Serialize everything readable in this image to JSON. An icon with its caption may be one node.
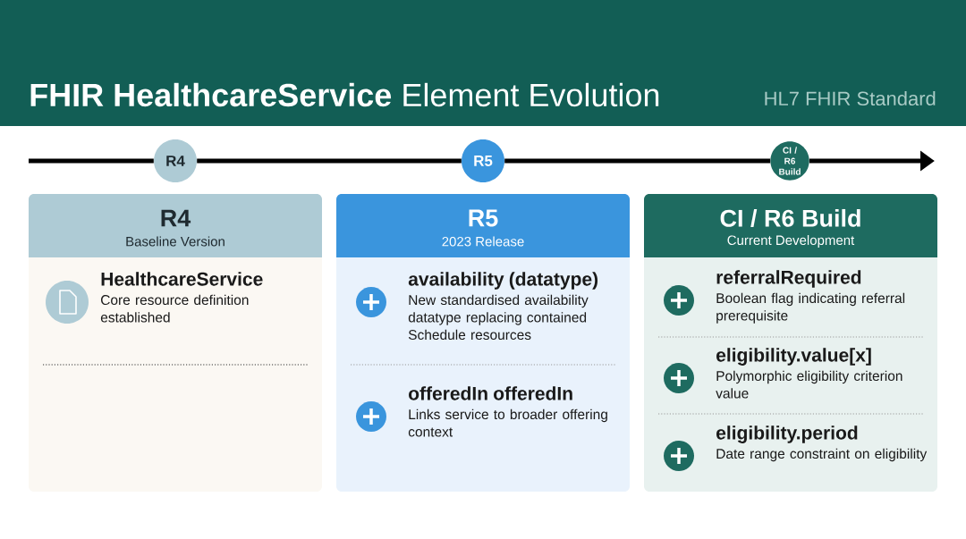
{
  "diagram": {
    "title": "**FHIR HealthcareService** Element Evolution",
    "nodes": [
      {
        "text": [
          "R4"
        ]
      },
      {
        "text": [
          "R5"
        ]
      },
      {
        "text": [
          "CI / R6 Build"
        ]
      },
      {
        "text": [
          "R4",
          "Baseline Version",
          "HealthcareService",
          "Core resource definition established"
        ]
      },
      {
        "text": [
          "R5",
          "2023 Release",
          "**availability** (datatype)",
          "New standardised availability datatype replacing contained Schedule resources",
          "offeredIn offeredIn",
          "Links service to broader offering context"
        ]
      },
      {
        "text": [
          "CI / R6 Build",
          "Current Development",
          "referralRequired",
          "Boolean flag indicating referral prerequisite",
          "eligibility.value[x]",
          "Polymorphic eligibility criterion value",
          "eligibility.period",
          "Date range constraint on eligibility"
        ]
      }
    ],
    "edges": [
      {
        "from": null,
        "to": 0,
        "arrow": "none"
      },
      {
        "from": 0,
        "to": 1,
        "arrow": "none"
      },
      {
        "from": 1,
        "to": 2,
        "arrow": "none"
      },
      {
        "from": 2,
        "to": null,
        "arrow": "to"
      }
    ],
    "labels": [
      "HL7 FHIR Standard"
    ]
  }
}
